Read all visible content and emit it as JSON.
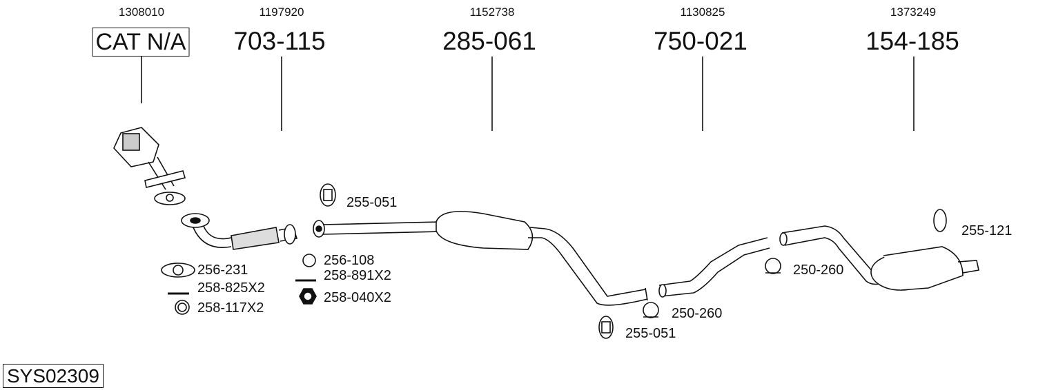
{
  "columns": [
    {
      "code": "1308010",
      "part": "CAT N/A"
    },
    {
      "code": "1197920",
      "part": "703-115"
    },
    {
      "code": "1152738",
      "part": "285-061"
    },
    {
      "code": "1130825",
      "part": "750-021"
    },
    {
      "code": "1373249",
      "part": "154-185"
    }
  ],
  "fittings": {
    "f1": "255-051",
    "f2": "256-108",
    "f3": "258-891X2",
    "f4": "258-040X2",
    "f5": "256-231",
    "f6": "258-825X2",
    "f7": "258-117X2",
    "f8": "255-051",
    "f9": "250-260",
    "f10": "250-260",
    "f11": "255-121"
  },
  "system_code": "SYS02309"
}
